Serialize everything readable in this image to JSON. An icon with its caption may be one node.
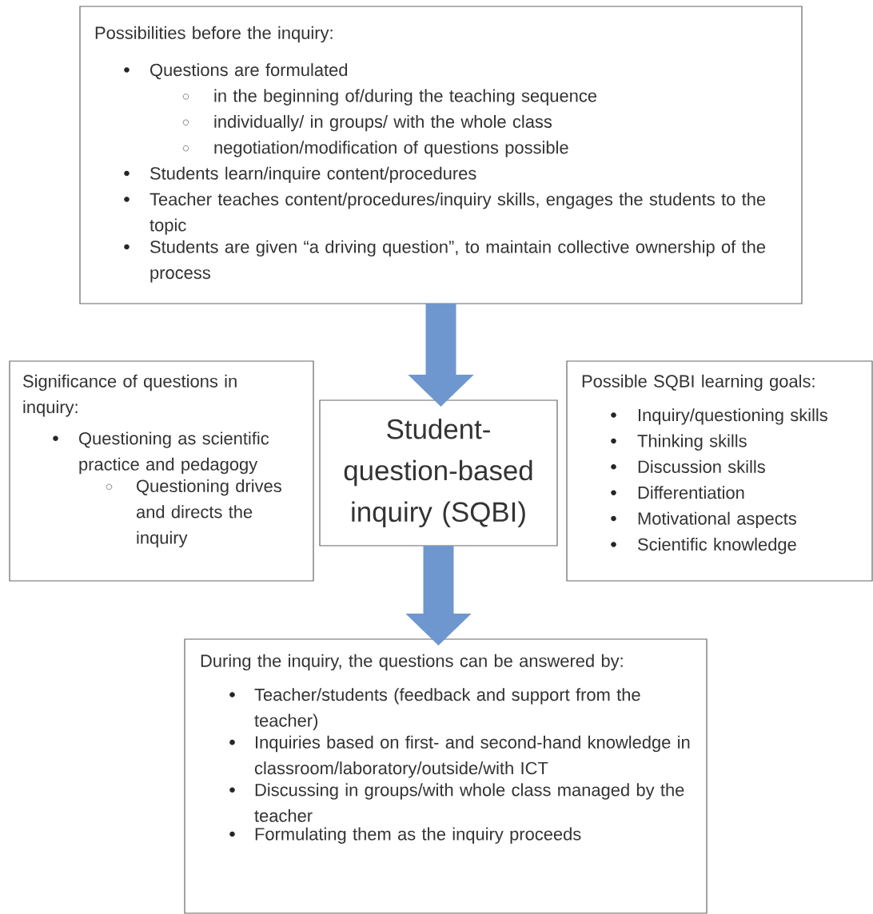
{
  "diagram": {
    "nodes": [
      {
        "text": [
          "Possibilities before the inquiry:",
          "Questions are formulated",
          "in the beginning of/during the teaching sequence",
          "individually/ in groups/ with the whole class",
          "negotiation/modification of questions possible",
          "Students learn/inquire content/procedures",
          "Teacher teaches content/procedures/inquiry skills, engages the students to the topic",
          "Students are given “a driving question”, to maintain collective ownership of the process"
        ]
      },
      {
        "text": [
          "Significance of questions in inquiry:",
          "Questioning as scientific practice and pedagogy",
          "Questioning drives and directs the inquiry"
        ]
      },
      {
        "text": [
          "Student-question-based inquiry (SQBI)"
        ]
      },
      {
        "text": [
          "Possible SQBI learning goals:",
          "Inquiry/questioning skills",
          "Thinking skills",
          "Discussion skills",
          "Differentiation",
          "Motivational aspects",
          "Scientific knowledge"
        ]
      },
      {
        "text": [
          "During the inquiry, the questions can be answered by:",
          "Teacher/students (feedback and support from the teacher)",
          "Inquiries based on first- and second-hand knowledge in classroom/laboratory/outside/with ICT",
          "Discussing in groups/with whole class managed by the teacher",
          "Formulating them as the inquiry proceeds"
        ]
      }
    ],
    "edges": [
      {
        "from": 0,
        "to": 2,
        "arrow": "to"
      },
      {
        "from": 2,
        "to": 4,
        "arrow": "to"
      }
    ]
  }
}
